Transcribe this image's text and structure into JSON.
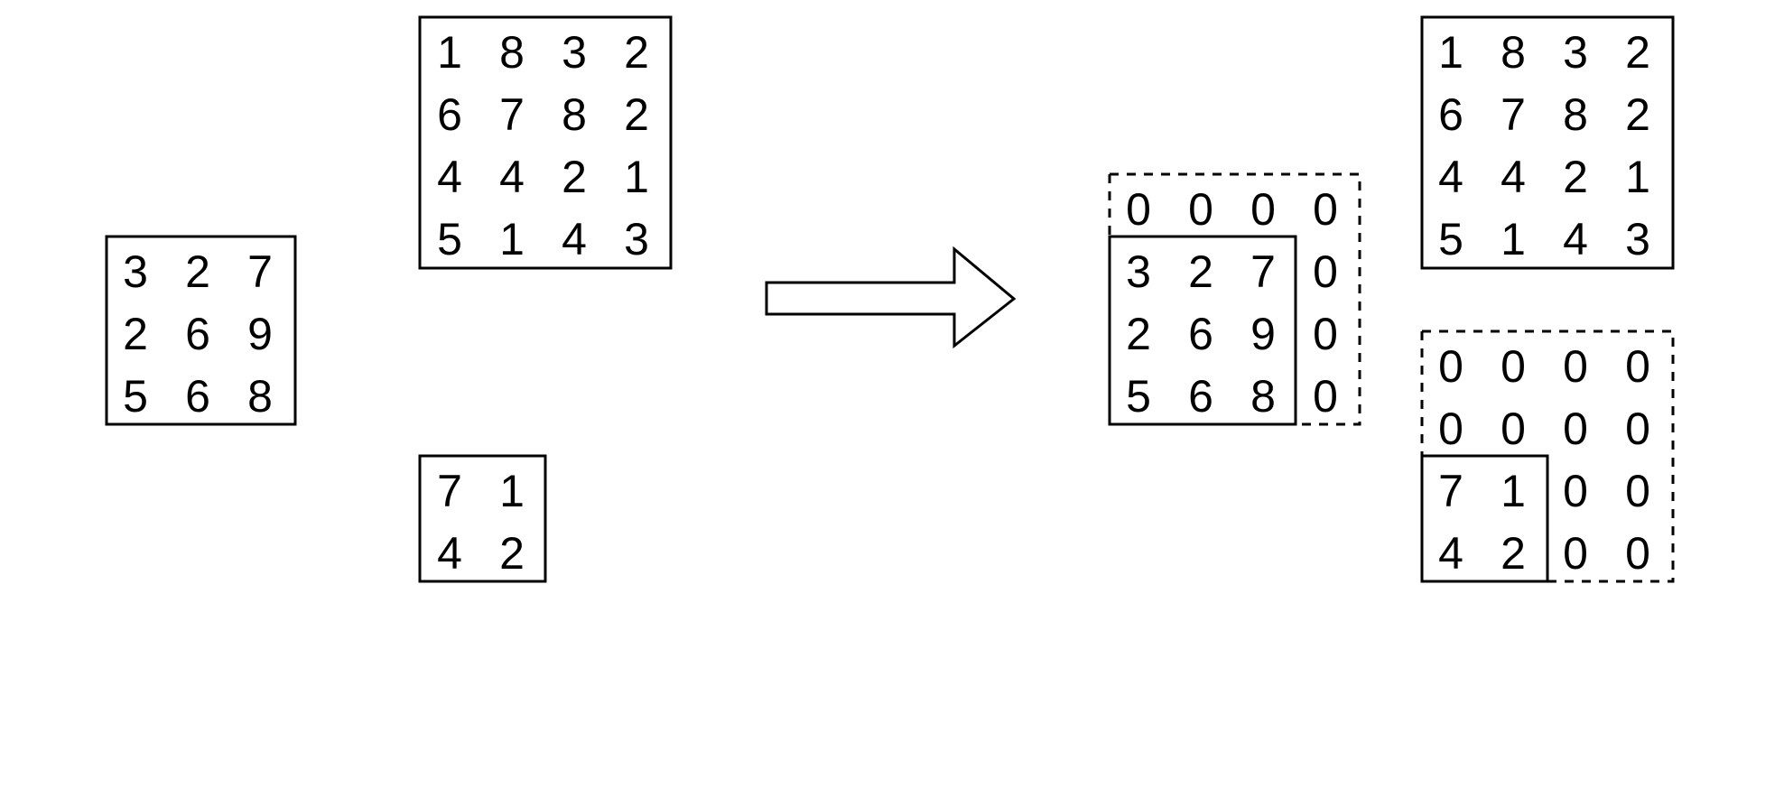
{
  "diagram": {
    "inputs": {
      "matrix_3x3": [
        [
          "3",
          "2",
          "7"
        ],
        [
          "2",
          "6",
          "9"
        ],
        [
          "5",
          "6",
          "8"
        ]
      ],
      "matrix_4x4": [
        [
          "1",
          "8",
          "3",
          "2"
        ],
        [
          "6",
          "7",
          "8",
          "2"
        ],
        [
          "4",
          "4",
          "2",
          "1"
        ],
        [
          "5",
          "1",
          "4",
          "3"
        ]
      ],
      "matrix_2x2": [
        [
          "7",
          "1"
        ],
        [
          "4",
          "2"
        ]
      ]
    },
    "transform_arrow": "right-arrow-icon",
    "outputs": {
      "padded_3x3": [
        [
          "0",
          "0",
          "0",
          "0"
        ],
        [
          "3",
          "2",
          "7",
          "0"
        ],
        [
          "2",
          "6",
          "9",
          "0"
        ],
        [
          "5",
          "6",
          "8",
          "0"
        ]
      ],
      "reference_4x4_top": [
        [
          "1",
          "8",
          "3",
          "2"
        ],
        [
          "6",
          "7",
          "8",
          "2"
        ],
        [
          "4",
          "4",
          "2",
          "1"
        ],
        [
          "5",
          "1",
          "4",
          "3"
        ]
      ],
      "padded_2x2": [
        [
          "0",
          "0",
          "0",
          "0"
        ],
        [
          "0",
          "0",
          "0",
          "0"
        ],
        [
          "7",
          "1",
          "0",
          "0"
        ],
        [
          "4",
          "2",
          "0",
          "0"
        ]
      ]
    }
  }
}
